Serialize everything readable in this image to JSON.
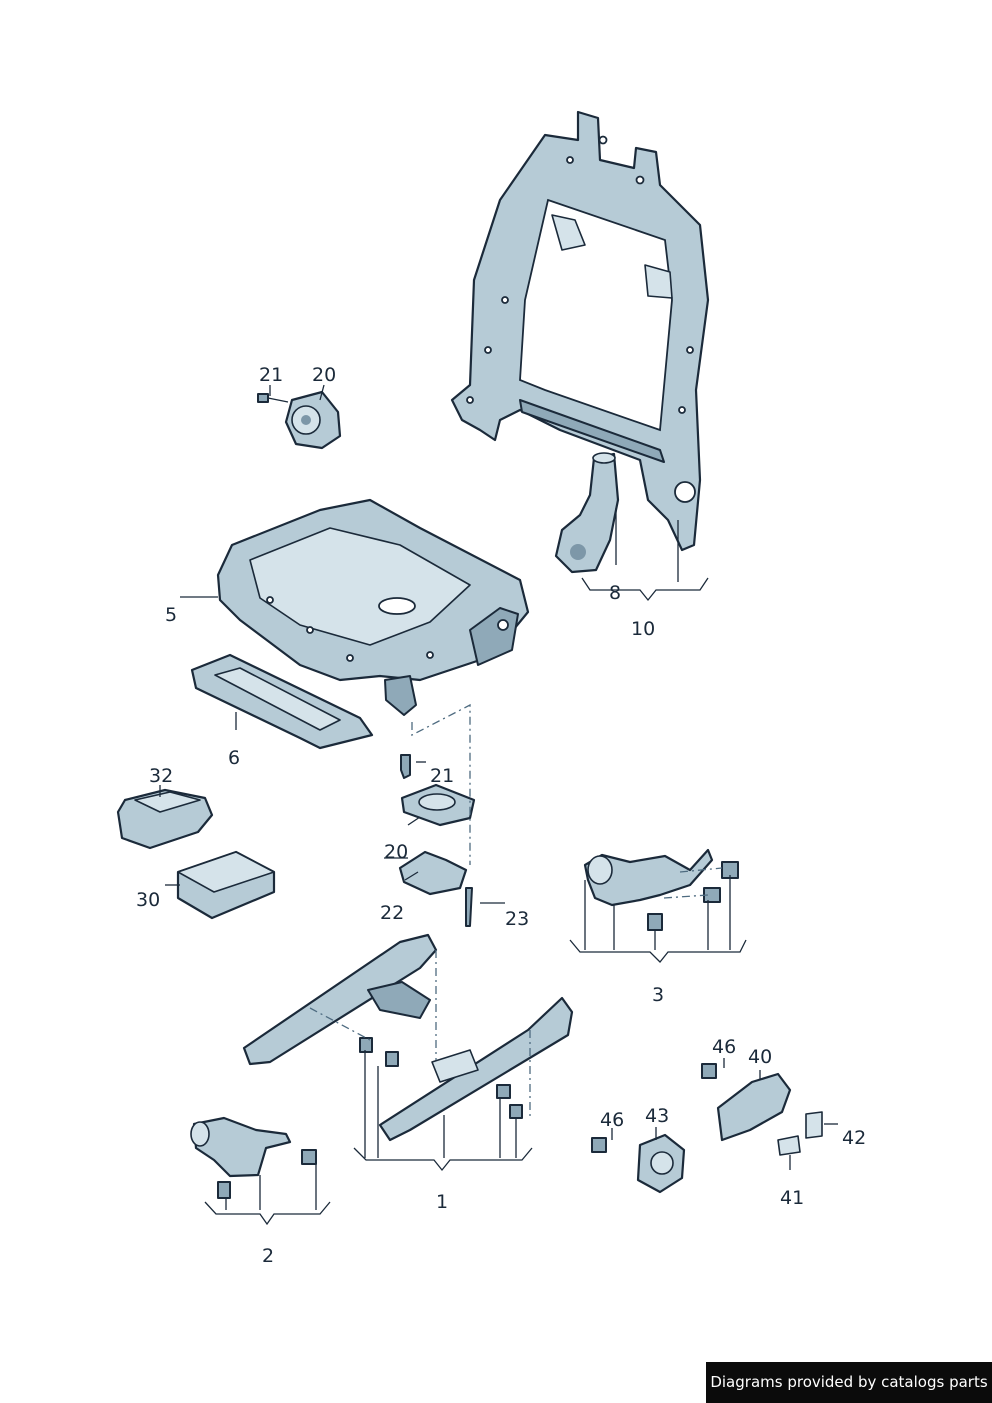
{
  "labels": {
    "p1": "1",
    "p2": "2",
    "p3": "3",
    "p5": "5",
    "p6": "6",
    "p8": "8",
    "p10": "10",
    "p20a": "20",
    "p21a": "21",
    "p21b": "21",
    "p20b": "20",
    "p22": "22",
    "p23": "23",
    "p30": "30",
    "p32": "32",
    "p40": "40",
    "p41": "41",
    "p42": "42",
    "p43": "43",
    "p46a": "46",
    "p46b": "46"
  },
  "footer": {
    "text": "Diagrams provided by catalogs parts"
  },
  "colors": {
    "part_fill": "#b6cbd6",
    "outline": "#1b2a3a",
    "footer_bg": "#0b0b0b"
  }
}
